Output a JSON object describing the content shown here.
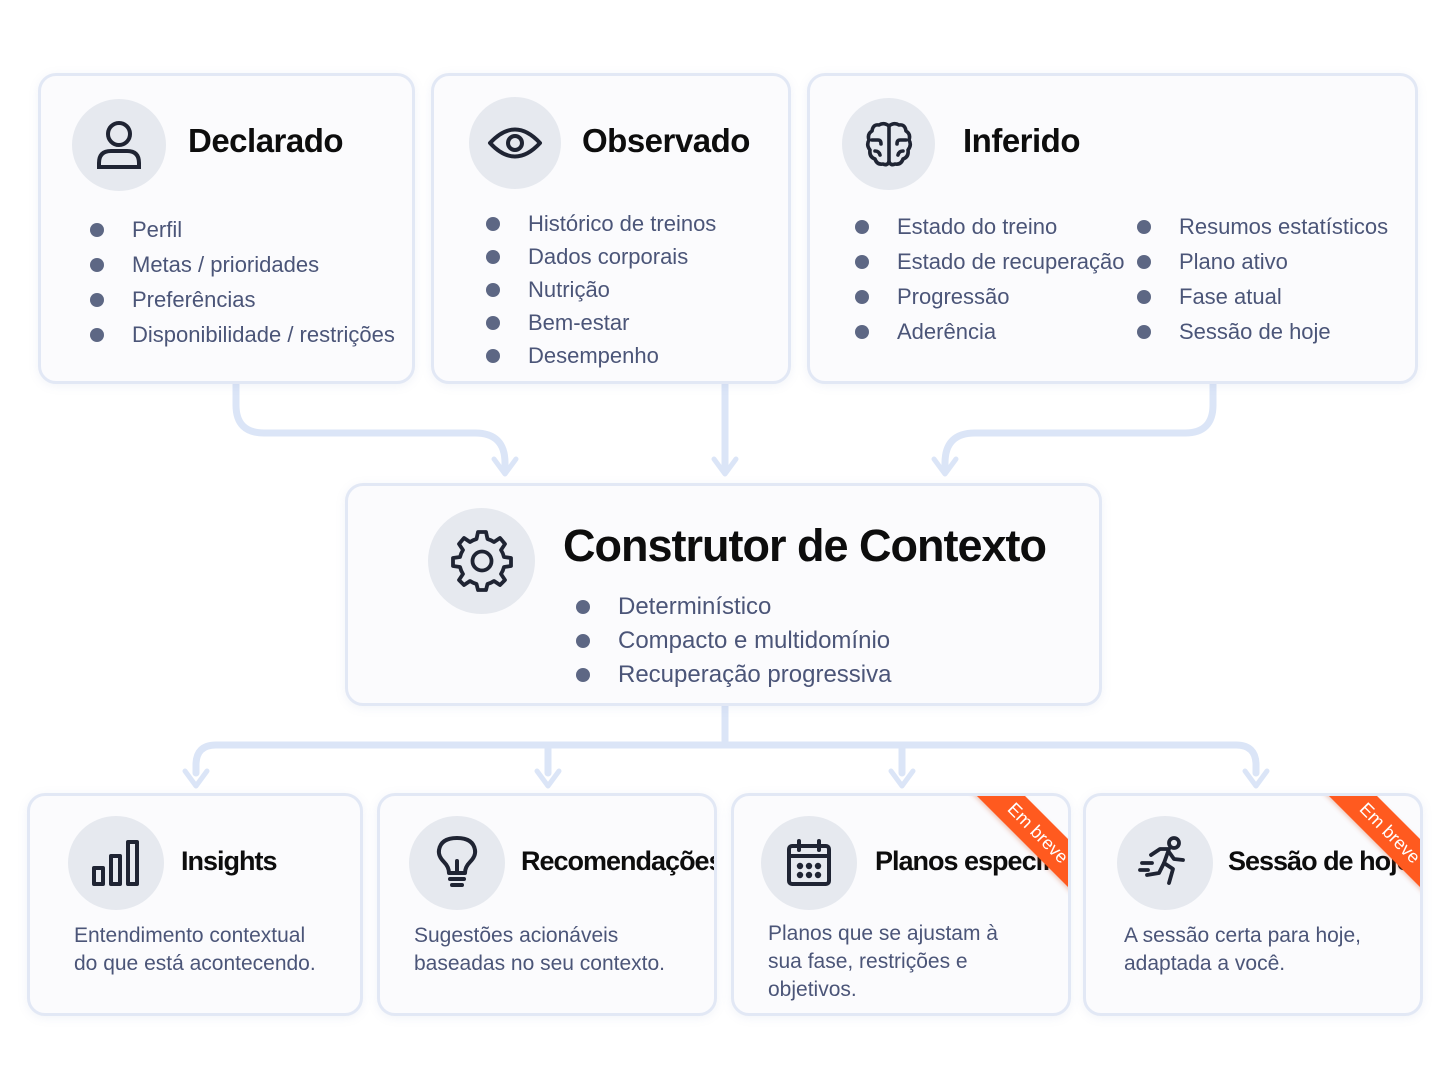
{
  "sources": [
    {
      "title": "Declarado",
      "icon": "user-icon",
      "items": [
        "Perfil",
        "Metas / prioridades",
        "Preferências",
        "Disponibilidade / restrições"
      ]
    },
    {
      "title": "Observado",
      "icon": "eye-icon",
      "items": [
        "Histórico de treinos",
        "Dados corporais",
        "Nutrição",
        "Bem-estar",
        "Desempenho"
      ]
    },
    {
      "title": "Inferido",
      "icon": "brain-icon",
      "items_left": [
        "Estado do treino",
        "Estado de recuperação",
        "Progressão",
        "Aderência"
      ],
      "items_right": [
        "Resumos estatísticos",
        "Plano ativo",
        "Fase atual",
        "Sessão de hoje"
      ]
    }
  ],
  "builder": {
    "title": "Construtor de Contexto",
    "icon": "gear-icon",
    "items": [
      "Determinístico",
      "Compacto e multidomínio",
      "Recuperação progressiva"
    ]
  },
  "outputs": [
    {
      "title": "Insights",
      "icon": "bar-chart-icon",
      "desc_lines": [
        "Entendimento contextual",
        "do que está acontecendo."
      ],
      "badge": ""
    },
    {
      "title": "Recomendações",
      "icon": "lightbulb-icon",
      "desc_lines": [
        "Sugestões acionáveis",
        "baseadas no seu contexto."
      ],
      "badge": ""
    },
    {
      "title": "Planos específicos",
      "icon": "calendar-icon",
      "desc_lines": [
        "Planos que se ajustam à",
        "sua fase, restrições e",
        "objetivos."
      ],
      "badge": "Em breve"
    },
    {
      "title": "Sessão de hoje",
      "icon": "running-person-icon",
      "desc_lines": [
        "A sessão certa para hoje,",
        "adaptada a você."
      ],
      "badge": "Em breve"
    }
  ],
  "colors": {
    "card_border": "#e2e8f5",
    "connector": "#dbe5f7",
    "icon_bg": "#e6e9ef",
    "text_muted": "#4b5578",
    "badge": "#ff5a1f"
  }
}
